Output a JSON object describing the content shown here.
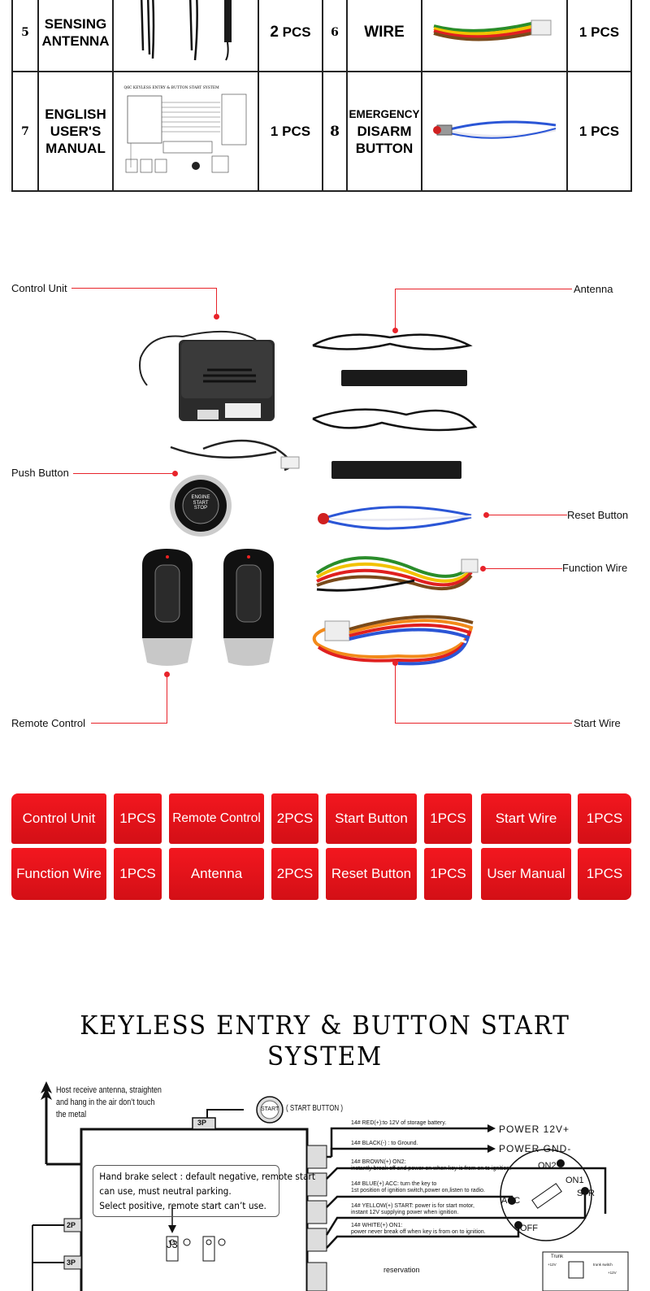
{
  "parts_table": {
    "rows": [
      {
        "left_num": "5",
        "left_name": [
          "SENSING",
          "ANTENNA"
        ],
        "left_qty_num": "2",
        "left_qty_unit": "PCS",
        "right_num": "6",
        "right_name": [
          "WIRE"
        ],
        "right_qty": "1 PCS"
      },
      {
        "left_num": "7",
        "left_name": [
          "ENGLISH",
          "USER'S",
          "MANUAL"
        ],
        "left_qty": "1 PCS",
        "right_num": "8",
        "right_name": [
          "EMERGENCY",
          "DISARM",
          "BUTTON"
        ],
        "right_qty": "1 PCS"
      }
    ],
    "manual_thumb_title": "Q6C KEYLESS ENTRY & BUTTON START SYSTEM"
  },
  "product_callouts": {
    "control_unit": "Control Unit",
    "antenna": "Antenna",
    "push_button": "Push Button",
    "reset_button": "Reset Button",
    "function_wire": "Function Wire",
    "remote_control": "Remote Control",
    "start_wire": "Start Wire",
    "button_text": [
      "ENGINE",
      "START",
      "STOP"
    ]
  },
  "package_grid": {
    "row1": [
      "Control Unit",
      "1PCS",
      "Remote Control",
      "2PCS",
      "Start Button",
      "1PCS",
      "Start Wire",
      "1PCS"
    ],
    "row2": [
      "Function Wire",
      "1PCS",
      "Antenna",
      "2PCS",
      "Reset Button",
      "1PCS",
      "User Manual",
      "1PCS"
    ]
  },
  "diagram": {
    "title": "KEYLESS ENTRY & BUTTON START SYSTEM",
    "antenna_note": [
      "Host receive antenna, straighten",
      "and hang in the air don’t touch",
      "the metal"
    ],
    "start_icon": "START",
    "start_button_label": "( START BUTTON )",
    "connector_3p": "3P",
    "connector_2p": "2P",
    "connector_3p_b": "3P",
    "j3": "J3",
    "reservation": "reservation",
    "wires": [
      {
        "desc": [
          "14# RED(+):to 12V of storage battery."
        ],
        "target": "POWER 12V+"
      },
      {
        "desc": [
          "14# BLACK(-) : to Ground."
        ],
        "target": "POWER GND-"
      },
      {
        "desc": [
          "14# BROWN(+)   ON2:",
          "instantly break off and power on when key is from on to  ignition."
        ]
      },
      {
        "desc": [
          "14# BLUE(+)   ACC:  turn the key to",
          "1st position of ignition switch,power on,listen to radio."
        ]
      },
      {
        "desc": [
          "14# YELLOW(+)   START:  power is for start motor,",
          "instant 12V supplying power when ignition."
        ]
      },
      {
        "desc": [
          "14# WHITE(+)   ON1:",
          "power never break off when key is from on to ignition."
        ]
      }
    ],
    "switch_labels": {
      "on2": "ON2",
      "on1": "ON1",
      "acc": "ACC",
      "str": "STR",
      "off": "OFF"
    },
    "hand_brake_note": [
      "Hand brake select : default negative,  remote start",
      "can use, must neutral parking.",
      "Select positive, remote start can’t use."
    ],
    "trunk_labels": [
      "Trunk",
      "+12V",
      "trunk switch",
      "+12V"
    ]
  }
}
